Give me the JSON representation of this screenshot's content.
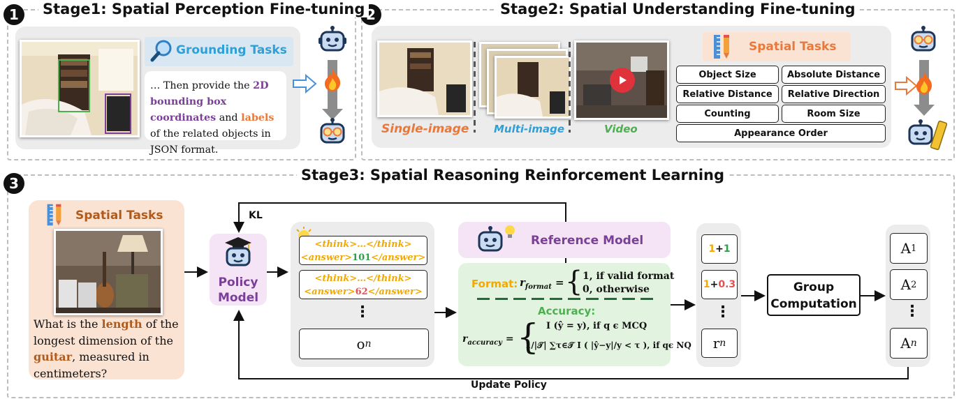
{
  "stage1": {
    "num": "1",
    "title": "Stage1: Spatial Perception Fine-tuning",
    "grounding_label": "Grounding Tasks",
    "text_pre": "… Then provide the ",
    "text_hl1": "2D bounding box coordinates",
    "text_mid": " and ",
    "text_hl2": "labels",
    "text_post": " of the related objects in JSON format."
  },
  "stage2": {
    "num": "2",
    "title": "Stage2: Spatial Understanding Fine-tuning",
    "spatial_tasks_label": "Spatial Tasks",
    "single_label": "Single-image",
    "multi_label": "Multi-image",
    "video_label": "Video",
    "tasks": [
      "Object Size",
      "Absolute Distance",
      "Relative Distance",
      "Relative Direction",
      "Counting",
      "Room Size",
      "Appearance Order"
    ]
  },
  "stage3": {
    "num": "3",
    "title": "Stage3: Spatial Reasoning Reinforcement Learning",
    "spatial_tasks_label": "Spatial Tasks",
    "question_pre": "What is the ",
    "question_hl1": "length",
    "question_mid": " of the longest dimension of the ",
    "question_hl2": "guitar",
    "question_post": ", measured in centimeters?",
    "policy_line1": "Policy",
    "policy_line2": "Model",
    "kl_label": "KL",
    "out1_line1": "<think>…</think>",
    "out1_a_open": "<answer>",
    "out1_value": "101",
    "out1_a_close": "</answer>",
    "out2_line1": "<think>…</think>",
    "out2_a_open": "<answer>",
    "out2_value": "62",
    "out2_a_close": "</answer>",
    "dots": "⋮",
    "on_base": "o",
    "on_sub": "n",
    "reference_label": "Reference Model",
    "format_label": "Format:",
    "r_format_sub": "format",
    "format_case1": "1, if valid format",
    "format_case2": "0, otherwise",
    "accuracy_label": "Accuracy:",
    "r_accuracy_sub": "accuracy",
    "acc_case1": "I (ŷ = y), if q ϵ MCQ",
    "acc_case2_frac": "1/|𝒯|",
    "acc_case2": "∑τ∈𝒯 I ( |ŷ−y|/y < τ ), if qϵ NQ",
    "r1_a": "1",
    "r1_plus": "+",
    "r1_b": "1",
    "r2_a": "1",
    "r2_plus": "+",
    "r2_b": "0.3",
    "rn_base": "r",
    "rn_sub": "n",
    "group_line1": "Group",
    "group_line2": "Computation",
    "a1_base": "A",
    "a1_sub": "1",
    "a2_base": "A",
    "a2_sub": "2",
    "an_base": "A",
    "an_sub": "n",
    "update_label": "Update Policy"
  },
  "colors": {
    "orange": "#e8793a",
    "purple": "#7b3f98",
    "blue": "#2f9fd6",
    "green": "#4caf50",
    "yellow": "#f2a900",
    "red": "#e55050",
    "brown": "#b15a1a"
  }
}
